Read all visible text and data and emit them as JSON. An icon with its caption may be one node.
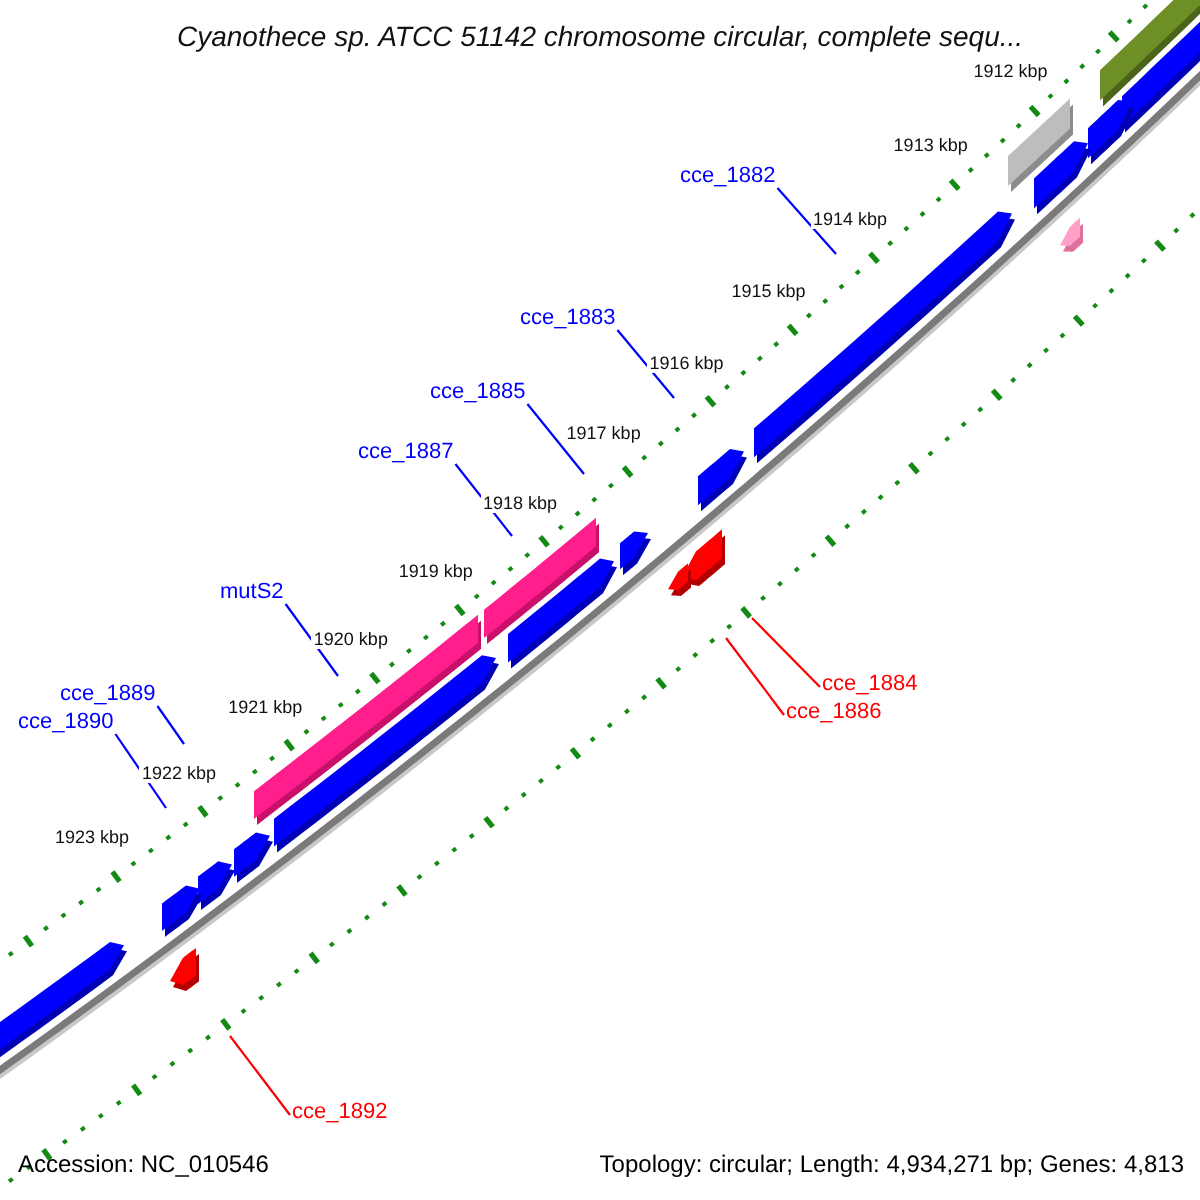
{
  "diagram": {
    "title": "Cyanothece sp. ATCC 51142 chromosome circular, complete sequ...",
    "nodes": [
      {
        "text": [
          "cce_1882"
        ]
      },
      {
        "text": [
          "cce_1883"
        ]
      },
      {
        "text": [
          "cce_1885"
        ]
      },
      {
        "text": [
          "cce_1887"
        ]
      },
      {
        "text": [
          "mutS2"
        ]
      },
      {
        "text": [
          "cce_1884"
        ]
      },
      {
        "text": [
          "cce_1889"
        ]
      },
      {
        "text": [
          "cce_1886"
        ]
      },
      {
        "text": [
          "cce_1890"
        ]
      },
      {
        "text": [
          "cce_1892"
        ]
      }
    ],
    "edges": [
      {
        "from": 0,
        "to": null,
        "arrow": "none"
      },
      {
        "from": 1,
        "to": null,
        "arrow": "none"
      },
      {
        "from": 2,
        "to": null,
        "arrow": "none"
      },
      {
        "from": 3,
        "to": null,
        "arrow": "none"
      },
      {
        "from": 4,
        "to": null,
        "arrow": "none"
      },
      {
        "from": 5,
        "to": null,
        "arrow": "none",
        "color": "#ff0000"
      },
      {
        "from": 6,
        "to": null,
        "arrow": "none"
      },
      {
        "from": 7,
        "to": null,
        "arrow": "none",
        "color": "#ff0000"
      },
      {
        "from": 8,
        "to": null,
        "arrow": "none"
      },
      {
        "from": 9,
        "to": null,
        "arrow": "none",
        "color": "#ff0000"
      }
    ],
    "labels": [
      "1912 kbp",
      "1913 kbp",
      "1914 kbp",
      "1915 kbp",
      "1916 kbp",
      "1917 kbp",
      "1918 kbp",
      "1919 kbp",
      "1920 kbp",
      "1921 kbp",
      "1922 kbp",
      "1923 kbp",
      "Accession: NC_010546",
      "Topology: circular; Length: 4,934,271 bp; Genes: 4,813"
    ]
  }
}
